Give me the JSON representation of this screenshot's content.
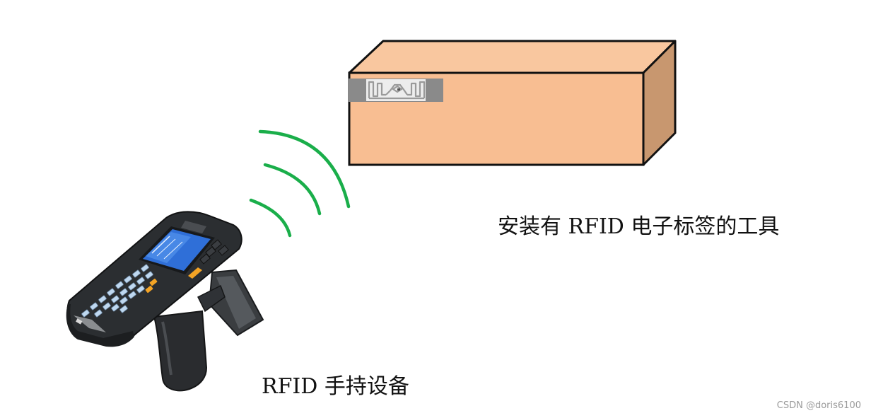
{
  "labels": {
    "tool": "安装有 RFID 电子标签的工具",
    "device": "RFID 手持设备"
  },
  "watermark": "CSDN @doris6100",
  "colors": {
    "box_front": "#F8BE92",
    "box_top": "#F9C79F",
    "box_side": "#C8976F",
    "box_stroke": "#111111",
    "signal_waves": "#1AAE4A",
    "tag_background": "#888888",
    "tag_antenna": "#F2F2F2",
    "device_body": "#2B2E31",
    "device_screen": "#2F6FD8",
    "device_keys": "#BFD8F0",
    "device_accent": "#F4A425"
  },
  "icons": {
    "box": "cardboard-box-icon",
    "tag": "rfid-tag-icon",
    "device": "rfid-handheld-reader-icon",
    "waves": "wireless-signal-icon"
  }
}
